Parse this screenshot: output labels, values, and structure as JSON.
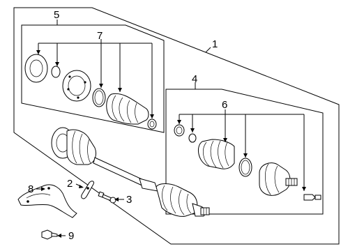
{
  "diagram": {
    "title": "",
    "callouts": {
      "n1": "1",
      "n2": "2",
      "n3": "3",
      "n4": "4",
      "n5": "5",
      "n6": "6",
      "n7": "7",
      "n8": "8",
      "n9": "9"
    },
    "line_color": "#000000",
    "background": "#ffffff"
  }
}
